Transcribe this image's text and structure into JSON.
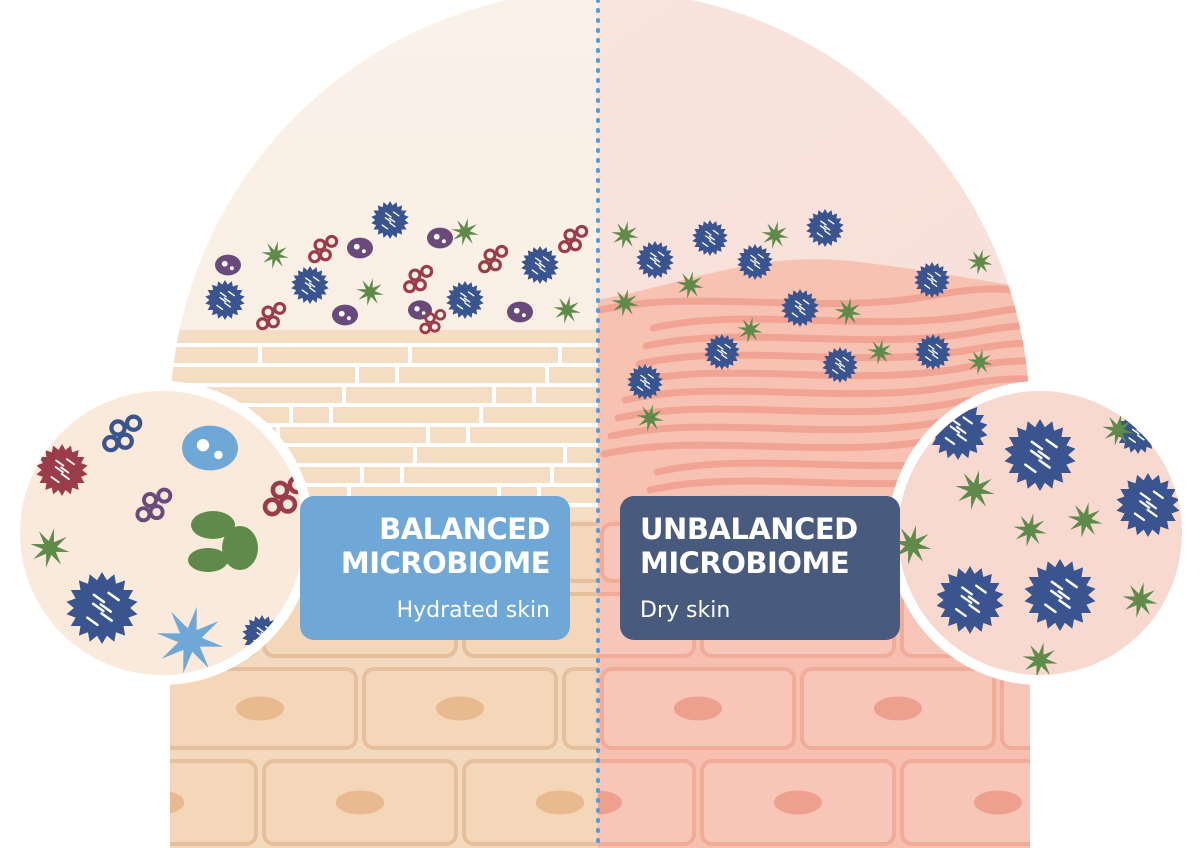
{
  "colors": {
    "balanced_box": "#6fa8d6",
    "unbalanced_box": "#485a7e",
    "divider": "#5b9bd5",
    "navy_microbe": "#3a5490",
    "green_microbe": "#5f8a4a",
    "purple_microbe": "#6a4a7a",
    "red_microbe": "#9a3c4a",
    "healthy_skin": "#f4dcbf",
    "irritated_skin": "#f6b3a4"
  },
  "icons": [
    "spiky-microbe-icon",
    "star-microbe-icon",
    "oval-microbe-icon",
    "chain-microbe-icon",
    "cell-nucleus-icon"
  ],
  "balanced": {
    "title_line1": "BALANCED",
    "title_line2": "MICROBIOME",
    "subtitle": "Hydrated skin"
  },
  "unbalanced": {
    "title_line1": "UNBALANCED",
    "title_line2": "MICROBIOME",
    "subtitle": "Dry skin"
  }
}
